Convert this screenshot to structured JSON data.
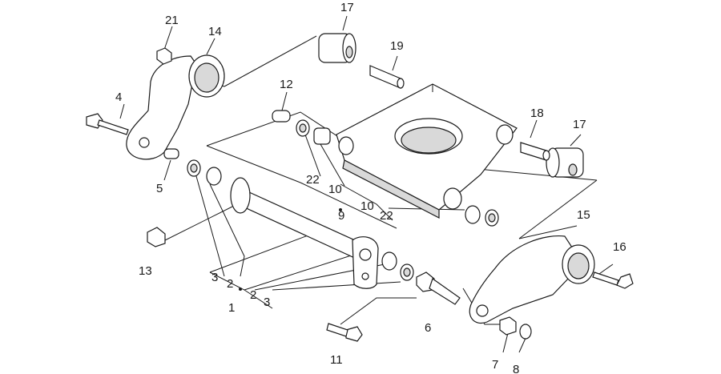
{
  "colors": {
    "ink": "#1a1a1a",
    "paper": "#ffffff",
    "shade": "#d9d9d9"
  },
  "callouts": {
    "c1": "1",
    "c2a": "2",
    "c2b": "2",
    "c3a": "3",
    "c3b": "3",
    "c4": "4",
    "c5": "5",
    "c6": "6",
    "c7": "7",
    "c8": "8",
    "c9": "9",
    "c10a": "10",
    "c10b": "10",
    "c11": "11",
    "c12": "12",
    "c13": "13",
    "c14": "14",
    "c15": "15",
    "c16": "16",
    "c17a": "17",
    "c17b": "17",
    "c18": "18",
    "c19": "19",
    "c21": "21",
    "c22a": "22",
    "c22b": "22"
  }
}
